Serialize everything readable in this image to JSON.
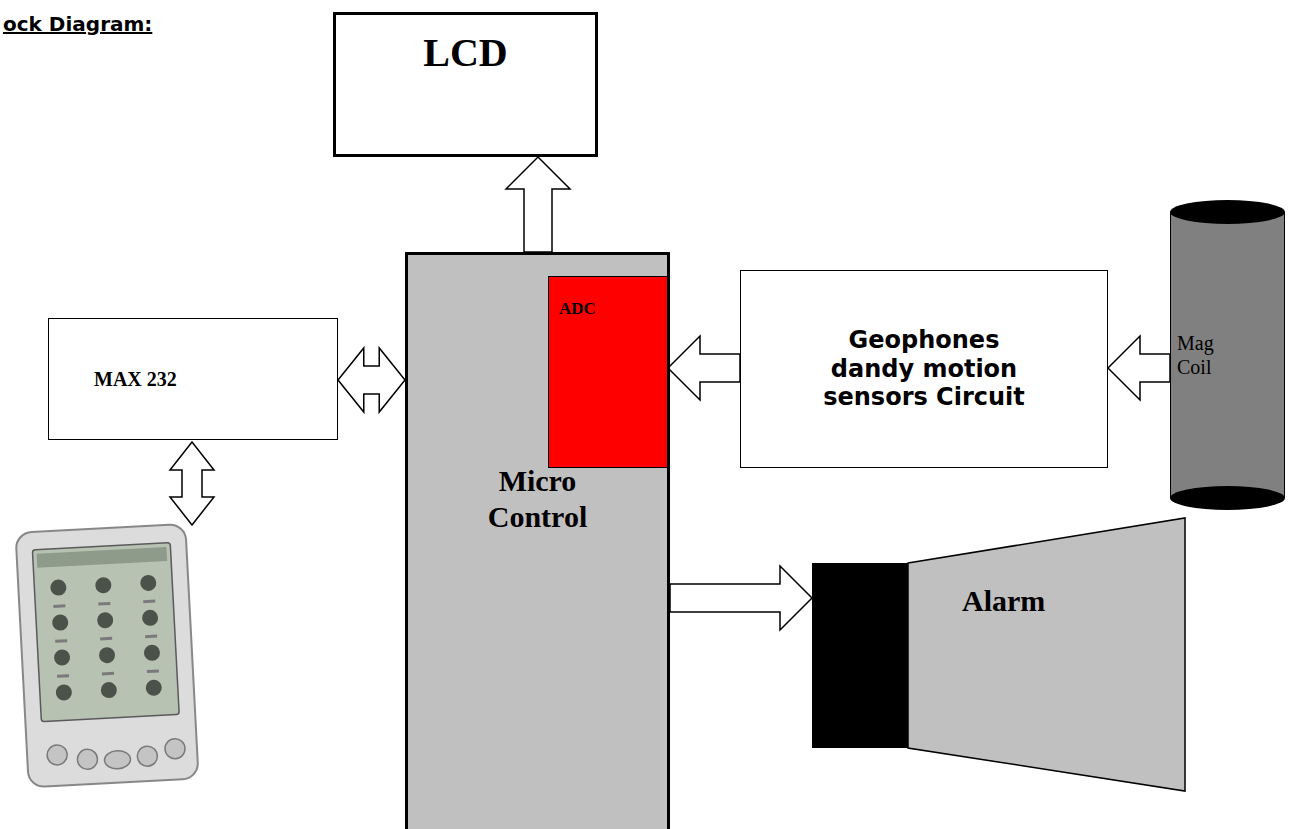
{
  "diagram": {
    "title": "ock Diagram:",
    "nodes": [
      {
        "text": [
          "LCD"
        ]
      },
      {
        "text": [
          "MAX 232"
        ]
      },
      {
        "text": [
          "Micro Control"
        ]
      },
      {
        "text": [
          "ADC"
        ],
        "in": 2
      },
      {
        "text": [
          "Geophones dandy motion sensors Circuit"
        ]
      },
      {
        "text": [
          "Mag Coil"
        ]
      },
      {
        "text": [
          "Alarm"
        ]
      }
    ],
    "edges": [
      {
        "from": 2,
        "to": 0,
        "arrow": "to"
      },
      {
        "from": 1,
        "to": 2,
        "arrow": "both"
      },
      {
        "from": 4,
        "to": 3,
        "arrow": "to"
      },
      {
        "from": 5,
        "to": 4,
        "arrow": "to"
      },
      {
        "from": 2,
        "to": 6,
        "arrow": "to"
      }
    ]
  }
}
